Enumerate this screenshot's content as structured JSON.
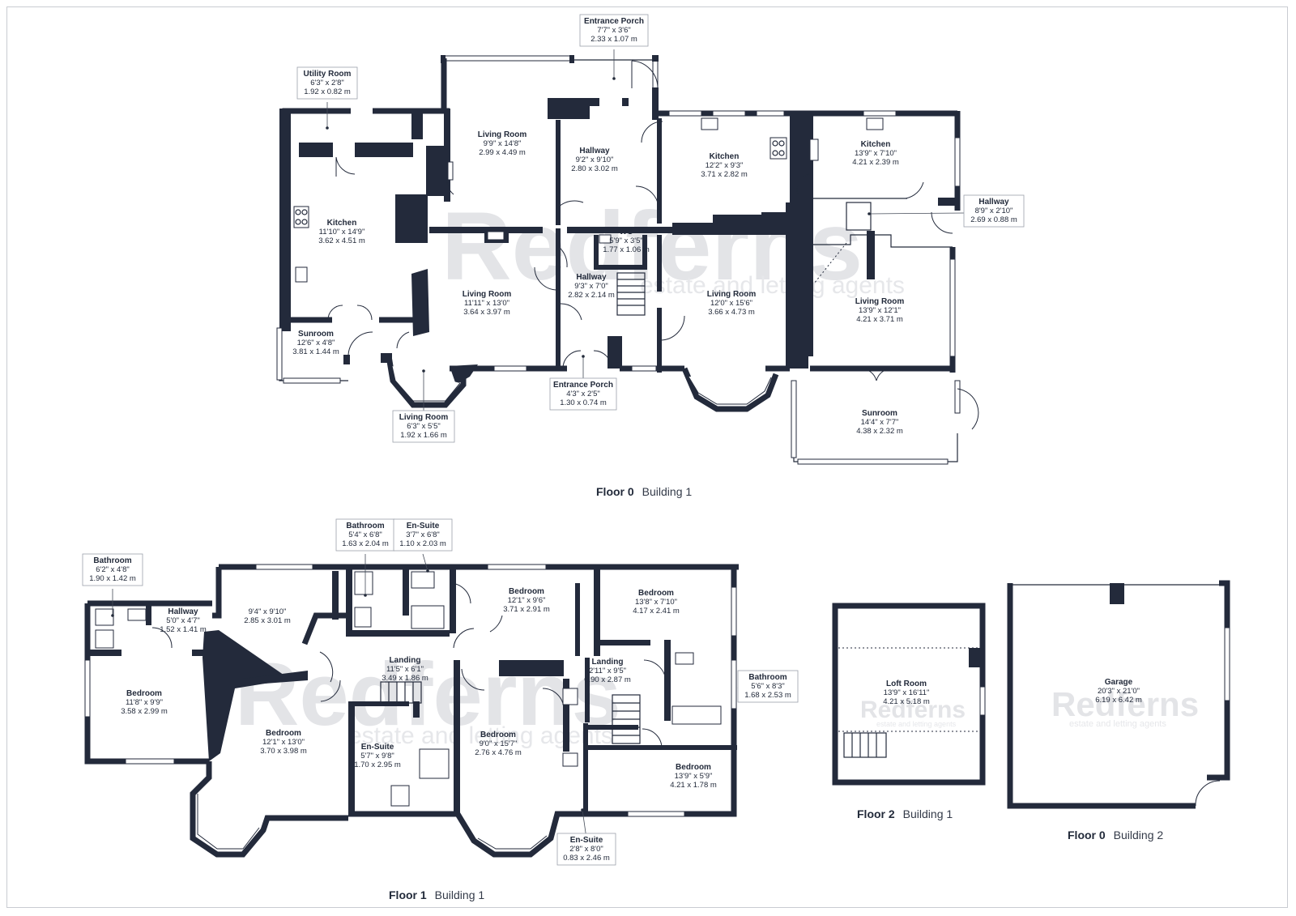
{
  "watermark": {
    "brand": "Redferns",
    "tagline": "estate and letting agents"
  },
  "floors": [
    {
      "floor": "Floor 0",
      "building": "Building 1"
    },
    {
      "floor": "Floor 1",
      "building": "Building 1"
    },
    {
      "floor": "Floor 2",
      "building": "Building 1"
    },
    {
      "floor": "Floor 0",
      "building": "Building 2"
    }
  ],
  "rooms": [
    {
      "name": "Entrance Porch",
      "imperial": "7'7\" x 3'6\"",
      "metric": "2.33 x 1.07 m",
      "boxed": true
    },
    {
      "name": "Utility Room",
      "imperial": "6'3\" x 2'8\"",
      "metric": "1.92 x 0.82 m",
      "boxed": true
    },
    {
      "name": "Living Room",
      "imperial": "9'9\" x 14'8\"",
      "metric": "2.99 x 4.49 m",
      "boxed": false
    },
    {
      "name": "Hallway",
      "imperial": "9'2\" x 9'10\"",
      "metric": "2.80 x 3.02 m",
      "boxed": false
    },
    {
      "name": "Kitchen",
      "imperial": "12'2\" x 9'3\"",
      "metric": "3.71 x 2.82 m",
      "boxed": false
    },
    {
      "name": "Kitchen",
      "imperial": "13'9\" x 7'10\"",
      "metric": "4.21 x 2.39 m",
      "boxed": false
    },
    {
      "name": "Hallway",
      "imperial": "8'9\" x 2'10\"",
      "metric": "2.69 x 0.88 m",
      "boxed": true
    },
    {
      "name": "Kitchen",
      "imperial": "11'10\" x 14'9\"",
      "metric": "3.62 x 4.51 m",
      "boxed": false
    },
    {
      "name": "WC",
      "imperial": "5'9\" x 3'5\"",
      "metric": "1.77 x 1.06 m",
      "boxed": false
    },
    {
      "name": "Hallway",
      "imperial": "9'3\" x 7'0\"",
      "metric": "2.82 x 2.14 m",
      "boxed": false
    },
    {
      "name": "Living Room",
      "imperial": "11'11\" x 13'0\"",
      "metric": "3.64 x 3.97 m",
      "boxed": false
    },
    {
      "name": "Living Room",
      "imperial": "12'0\" x 15'6\"",
      "metric": "3.66 x 4.73 m",
      "boxed": false
    },
    {
      "name": "Living Room",
      "imperial": "13'9\" x 12'1\"",
      "metric": "4.21 x 3.71 m",
      "boxed": false
    },
    {
      "name": "Sunroom",
      "imperial": "12'6\" x 4'8\"",
      "metric": "3.81 x 1.44 m",
      "boxed": false
    },
    {
      "name": "Entrance Porch",
      "imperial": "4'3\" x 2'5\"",
      "metric": "1.30 x 0.74 m",
      "boxed": true
    },
    {
      "name": "Living Room",
      "imperial": "6'3\" x 5'5\"",
      "metric": "1.92 x 1.66 m",
      "boxed": true
    },
    {
      "name": "Sunroom",
      "imperial": "14'4\" x 7'7\"",
      "metric": "4.38 x 2.32 m",
      "boxed": false
    },
    {
      "name": "Bathroom",
      "imperial": "5'4\" x 6'8\"",
      "metric": "1.63 x 2.04 m",
      "boxed": true
    },
    {
      "name": "En-Suite",
      "imperial": "3'7\" x 6'8\"",
      "metric": "1.10 x 2.03 m",
      "boxed": true
    },
    {
      "name": "Bathroom",
      "imperial": "6'2\" x 4'8\"",
      "metric": "1.90 x 1.42 m",
      "boxed": true
    },
    {
      "name": "",
      "imperial": "9'4\" x 9'10\"",
      "metric": "2.85 x 3.01 m",
      "boxed": false
    },
    {
      "name": "Bedroom",
      "imperial": "12'1\" x 9'6\"",
      "metric": "3.71 x 2.91 m",
      "boxed": false
    },
    {
      "name": "Bedroom",
      "imperial": "13'8\" x 7'10\"",
      "metric": "4.17 x 2.41 m",
      "boxed": false
    },
    {
      "name": "Hallway",
      "imperial": "5'0\" x 4'7\"",
      "metric": "1.52 x 1.41 m",
      "boxed": false
    },
    {
      "name": "Landing",
      "imperial": "11'5\" x 6'1\"",
      "metric": "3.49 x 1.86 m",
      "boxed": false
    },
    {
      "name": "Landing",
      "imperial": "2'11\" x 9'5\"",
      "metric": "0.90 x 2.87 m",
      "boxed": false
    },
    {
      "name": "Bathroom",
      "imperial": "5'6\" x 8'3\"",
      "metric": "1.68 x 2.53 m",
      "boxed": true
    },
    {
      "name": "Bedroom",
      "imperial": "11'8\" x 9'9\"",
      "metric": "3.58 x 2.99 m",
      "boxed": false
    },
    {
      "name": "Bedroom",
      "imperial": "12'1\" x 13'0\"",
      "metric": "3.70 x 3.98 m",
      "boxed": false
    },
    {
      "name": "Bedroom",
      "imperial": "9'0\" x 15'7\"",
      "metric": "2.76 x 4.76 m",
      "boxed": false
    },
    {
      "name": "En-Suite",
      "imperial": "5'7\" x 9'8\"",
      "metric": "1.70 x 2.95 m",
      "boxed": false
    },
    {
      "name": "Bedroom",
      "imperial": "13'9\" x 5'9\"",
      "metric": "4.21 x 1.78 m",
      "boxed": false
    },
    {
      "name": "En-Suite",
      "imperial": "2'8\" x 8'0\"",
      "metric": "0.83 x 2.46 m",
      "boxed": true
    },
    {
      "name": "Loft Room",
      "imperial": "13'9\" x 16'11\"",
      "metric": "4.21 x 5.18 m",
      "boxed": false
    },
    {
      "name": "Garage",
      "imperial": "20'3\" x 21'0\"",
      "metric": "6.19 x 6.42 m",
      "boxed": false
    }
  ]
}
